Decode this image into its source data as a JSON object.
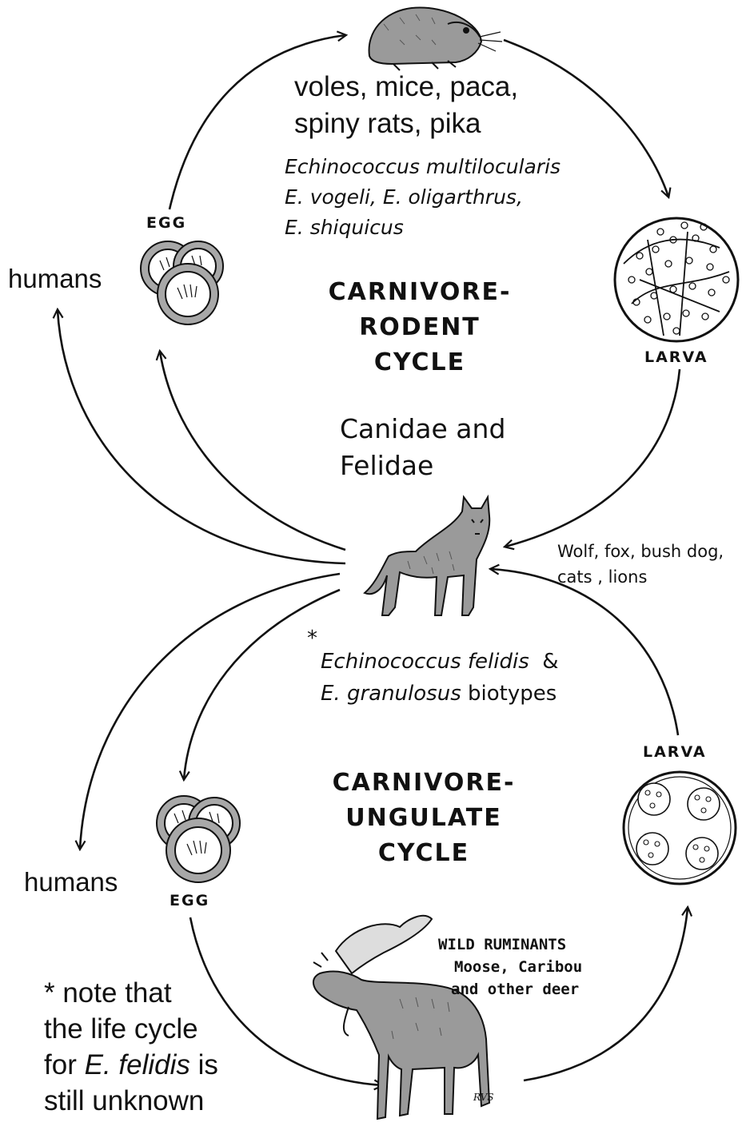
{
  "colors": {
    "ink": "#111111",
    "fur": "#9a9a9a",
    "egg_shell": "#a8a8a8",
    "paper": "#ffffff"
  },
  "icons": {
    "rodent": "rodent-icon",
    "wolf": "wolf-icon",
    "moose": "moose-icon",
    "egg": "egg-cluster-icon",
    "larva": "larva-cyst-icon",
    "arrow": "arrow-icon"
  },
  "rodent_cycle": {
    "hosts_line1": "voles, mice, paca,",
    "hosts_line2": "spiny rats, pika",
    "species": [
      "Echinococcus multilocularis",
      "E. vogeli, E. oligarthrus,",
      "E. shiquicus"
    ],
    "egg_label": "EGG",
    "larva_label": "LARVA",
    "title_lines": [
      "CARNIVORE-",
      "RODENT",
      "CYCLE"
    ],
    "humans_label": "humans"
  },
  "carnivores": {
    "families_line1": "Canidae and",
    "families_line2": "Felidae",
    "examples_line1": "Wolf, fox, bush dog,",
    "examples_line2": "cats , lions"
  },
  "asterisk": "*",
  "ungulate_note": {
    "species1": "Echinococcus felidis",
    "amp": "&",
    "species2": "E. granulosus",
    "suffix": "biotypes"
  },
  "ungulate_cycle": {
    "title_lines": [
      "CARNIVORE-",
      "UNGULATE",
      "CYCLE"
    ],
    "larva_label": "LARVA",
    "egg_label": "EGG",
    "humans_label": "humans",
    "ruminants_title": "WILD RUMINANTS",
    "ruminants_line1": "Moose, Caribou",
    "ruminants_line2": "and other deer",
    "signature": "RVS"
  },
  "footnote": {
    "line1": "* note that",
    "line2": "the life cycle",
    "line3_pre": "for",
    "line3_italic": "E. felidis",
    "line3_post": "is",
    "line4": "still unknown"
  }
}
